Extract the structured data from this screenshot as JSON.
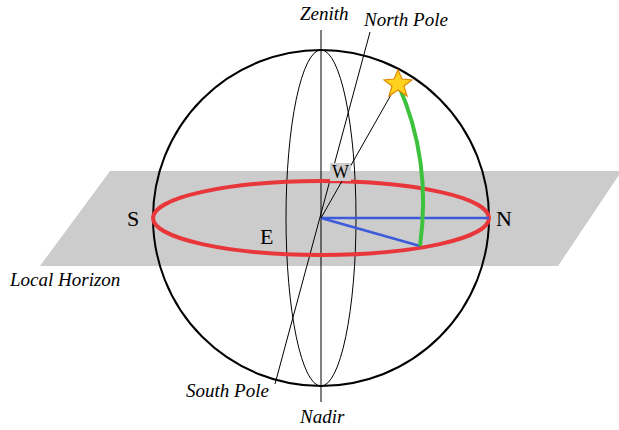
{
  "diagram": {
    "labels": [
      "Zenith",
      "North Pole",
      "W",
      "S",
      "E",
      "N",
      "Local Horizon",
      "South Pole",
      "Nadir"
    ]
  }
}
